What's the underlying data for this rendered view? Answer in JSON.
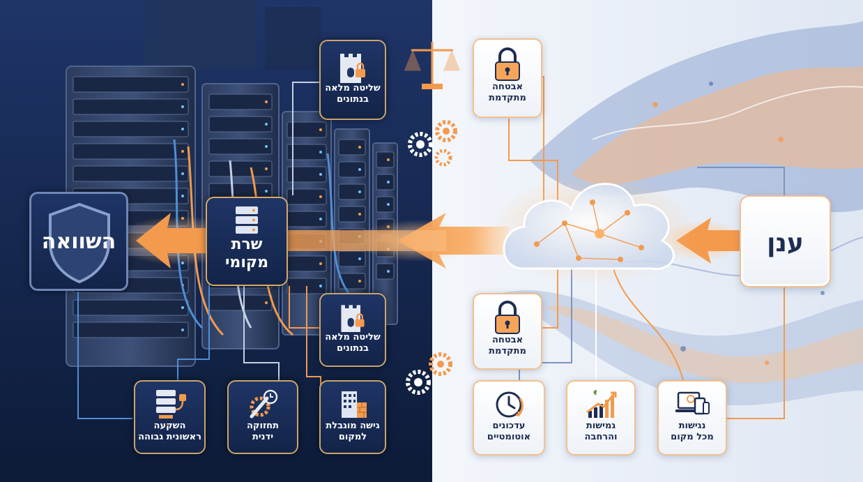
{
  "compare": {
    "title": "השוואה"
  },
  "onprem": {
    "title_line1": "שרת",
    "title_line2": "מקומי"
  },
  "cloud_box": {
    "title": "ענן"
  },
  "onprem_features": [
    {
      "line1": "שליטה מלאה",
      "line2": "בנתונים",
      "icon": "castle-lock-icon"
    },
    {
      "line1": "שליטה מלאה",
      "line2": "בנתונים",
      "icon": "castle-lock-icon"
    },
    {
      "line1": "השקעה",
      "line2": "ראשונית גבוהה",
      "icon": "server-plug-icon"
    },
    {
      "line1": "תחזוקה",
      "line2": "ידנית",
      "icon": "wrench-gear-clock-icon"
    },
    {
      "line1": "גישה מוגבלת",
      "line2": "למקום",
      "icon": "building-wall-icon"
    }
  ],
  "cloud_features": [
    {
      "line1": "אבטחה",
      "line2": "מתקדמת",
      "icon": "padlock-icon"
    },
    {
      "line1": "אבטחה",
      "line2": "מתקדמת",
      "icon": "padlock-icon"
    },
    {
      "line1": "עדכונים",
      "line2": "אוטומטיים",
      "icon": "clock-refresh-icon"
    },
    {
      "line1": "גמישות",
      "line2": "והרחבה",
      "icon": "growth-chart-icon"
    },
    {
      "line1": "נגישות",
      "line2": "מכל מקום",
      "icon": "devices-icon"
    }
  ],
  "colors": {
    "navy": "#14254a",
    "orange": "#f39a4d",
    "gold": "#c9a56e",
    "light_bg": "#e8eef7",
    "text_dark": "#1d2c52"
  }
}
